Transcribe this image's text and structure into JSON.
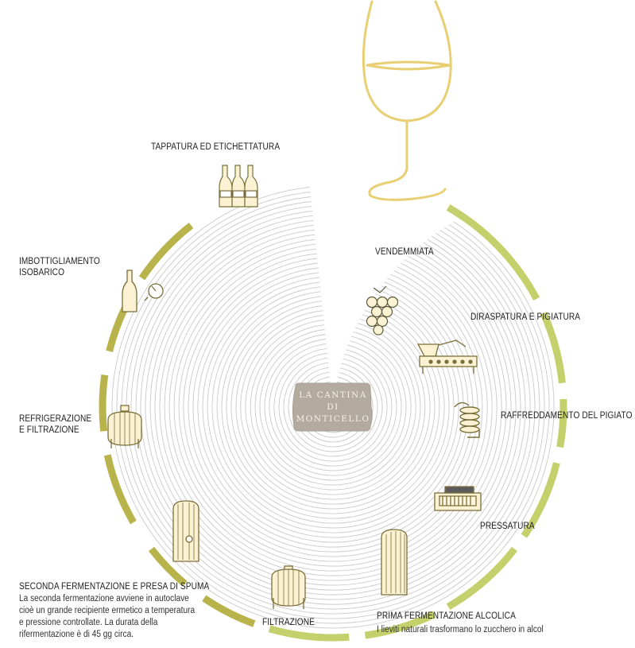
{
  "center": {
    "logo_lines": [
      "LA CANTINA",
      "DI",
      "MONTICELLO"
    ]
  },
  "colors": {
    "ring_dark": "#b9b34c",
    "ring_light": "#c3d06b",
    "icon_fill": "#fbf2d3",
    "icon_stroke": "#7c6f3a",
    "glass": "#e9cf74",
    "grapes_stroke": "#5a5a3a",
    "spiral": "#c9c9c9",
    "logo_bg": "#b3ab9f"
  },
  "steps": [
    {
      "id": "vendemmiata",
      "title": "VENDEMMIATA",
      "icon": "grapes-icon"
    },
    {
      "id": "diraspatura",
      "title": "DIRASPATURA E PIGIATURA",
      "icon": "crusher-icon"
    },
    {
      "id": "raffreddamento",
      "title": "RAFFREDDAMENTO DEL PIGIATO",
      "icon": "cooling-coil-icon"
    },
    {
      "id": "pressatura",
      "title": "PRESSATURA",
      "icon": "press-icon"
    },
    {
      "id": "prima",
      "title": "PRIMA FERMENTAZIONE ALCOLICA",
      "icon": "fermentation-tank-icon",
      "desc": [
        "I lieviti naturali trasformano lo zucchero in alcol"
      ]
    },
    {
      "id": "filtrazione",
      "title": "FILTRAZIONE",
      "icon": "filter-tank-icon"
    },
    {
      "id": "seconda",
      "title": "SECONDA FERMENTAZIONE E PRESA DI SPUMA",
      "icon": "autoclave-icon",
      "desc": [
        "La seconda fermentazione avviene in autoclave",
        "cioè un grande recipiente ermetico a temperatura",
        "e pressione controllate. La durata della",
        "rifermentazione è di 45 gg circa."
      ]
    },
    {
      "id": "refrigerazione",
      "title_lines": [
        "REFRIGERAZIONE",
        "E FILTRAZIONE"
      ],
      "icon": "chiller-tank-icon"
    },
    {
      "id": "imbottigliamento",
      "title_lines": [
        "IMBOTTIGLIAMENTO",
        "ISOBARICO"
      ],
      "icon": "bottle-gauge-icon"
    },
    {
      "id": "tappatura",
      "title": "TAPPATURA ED ETICHETTATURA",
      "icon": "three-bottles-icon"
    }
  ],
  "decor": {
    "icon": "wine-glass-icon"
  }
}
